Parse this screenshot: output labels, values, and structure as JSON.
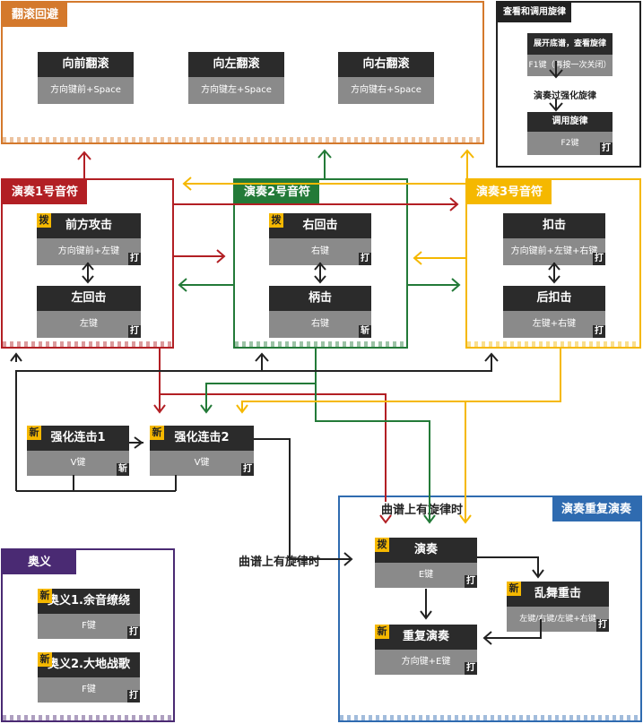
{
  "colors": {
    "orange": "#d4792c",
    "red": "#b21f24",
    "green": "#237a38",
    "yellow": "#f5b800",
    "blue": "#2f6bb0",
    "purple": "#4a2a73",
    "black": "#222222",
    "card_dark": "#2b2b2b",
    "card_gray": "#8a8a8a"
  },
  "roll": {
    "title": "翻滚回避",
    "cards": [
      {
        "name": "向前翻滚",
        "key": "方向键前+Space"
      },
      {
        "name": "向左翻滚",
        "key": "方向键左+Space"
      },
      {
        "name": "向右翻滚",
        "key": "方向键右+Space"
      }
    ]
  },
  "melody_view": {
    "title": "查看和调用旋律",
    "open_card": {
      "name": "展开底谱，查看旋律",
      "key": "F1键（再按一次关闭）"
    },
    "mid_label": "演奏过强化旋律",
    "call_card": {
      "name": "调用旋律",
      "key": "F2键",
      "type": "打"
    }
  },
  "note1": {
    "title": "演奏1号音符",
    "cards": [
      {
        "name": "前方攻击",
        "key": "方向键前+左键",
        "tag": "拨",
        "type": "打"
      },
      {
        "name": "左回击",
        "key": "左键",
        "type": "打"
      }
    ]
  },
  "note2": {
    "title": "演奏2号音符",
    "cards": [
      {
        "name": "右回击",
        "key": "右键",
        "tag": "拨",
        "type": "打"
      },
      {
        "name": "柄击",
        "key": "右键",
        "type": "斩"
      }
    ]
  },
  "note3": {
    "title": "演奏3号音符",
    "cards": [
      {
        "name": "扣击",
        "key": "方向键前+左键+右键",
        "type": "打"
      },
      {
        "name": "后扣击",
        "key": "左键+右键",
        "type": "打"
      }
    ]
  },
  "combo": {
    "card1": {
      "name": "强化连击1",
      "key": "V键",
      "tag": "新",
      "type": "斩"
    },
    "card2": {
      "name": "强化连击2",
      "key": "V键",
      "tag": "新",
      "type": "打"
    }
  },
  "when_melody": "曲谱上有旋律时",
  "ougi": {
    "title": "奥义",
    "cards": [
      {
        "name": "奥义1.余音缭绕",
        "key": "F键",
        "tag": "新",
        "type": "打"
      },
      {
        "name": "奥义2.大地战歌",
        "key": "F键",
        "tag": "新",
        "type": "打"
      }
    ]
  },
  "repeat": {
    "title": "演奏重复演奏",
    "header_label": "曲谱上有旋律时",
    "play": {
      "name": "演奏",
      "key": "E键",
      "tag": "拨",
      "type": "打"
    },
    "frenzy": {
      "name": "乱舞重击",
      "key": "左键/右键/左键+右键",
      "tag": "新",
      "type": "打"
    },
    "replay": {
      "name": "重复演奏",
      "key": "方向键+E键",
      "tag": "新",
      "type": "打"
    }
  }
}
